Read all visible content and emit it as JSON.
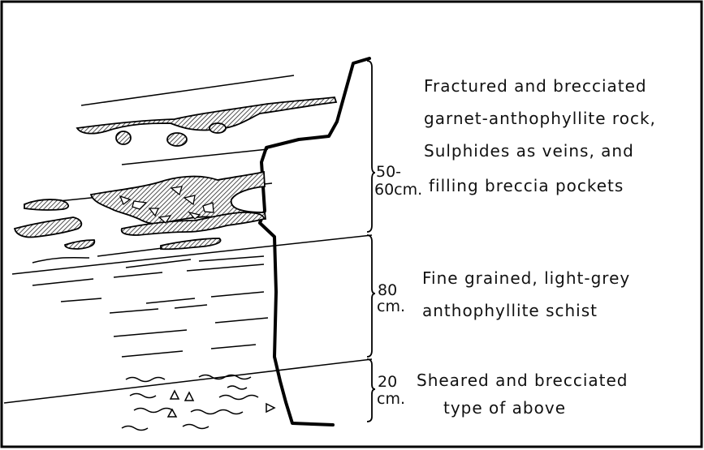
{
  "sections": [
    {
      "thickness_top": "50-",
      "thickness_bottom": "60cm.",
      "description": [
        "Fractured and brecciated",
        "garnet-anthophyllite rock,",
        "Sulphides as veins, and",
        "filling breccia pockets"
      ]
    },
    {
      "thickness_top": "80",
      "thickness_bottom": "cm.",
      "description": [
        "Fine grained, light-grey",
        "anthophyllite schist"
      ]
    },
    {
      "thickness_top": "20",
      "thickness_bottom": "cm.",
      "description": [
        "Sheared and brecciated",
        "type of above"
      ]
    }
  ]
}
